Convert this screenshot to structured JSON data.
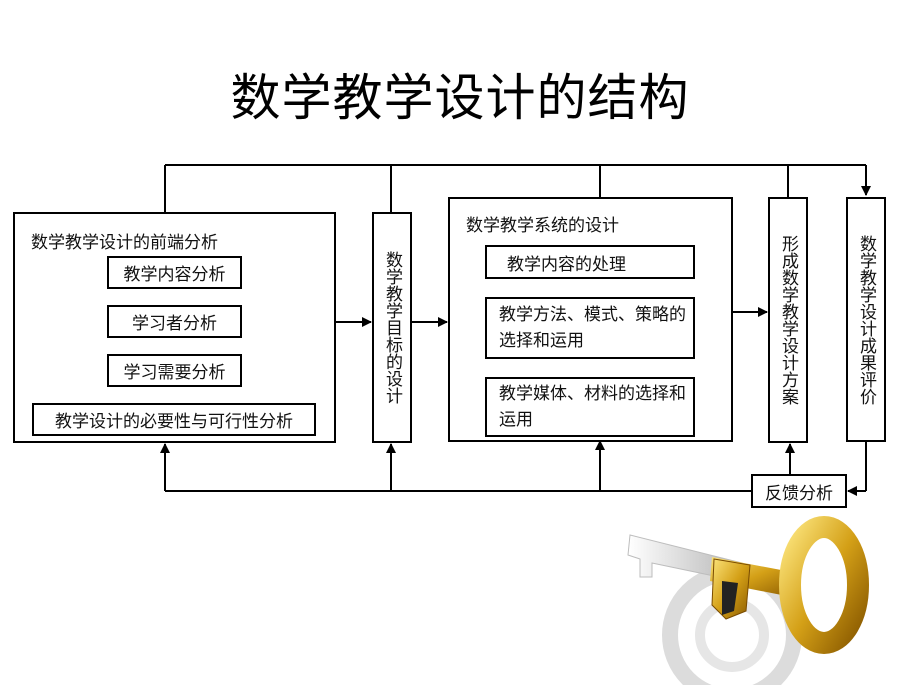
{
  "title": "数学教学设计的结构",
  "front_end": {
    "heading": "数学教学设计的前端分析",
    "items": [
      "教学内容分析",
      "学习者分析",
      "学习需要分析"
    ],
    "bottom": "教学设计的必要性与可行性分析"
  },
  "goal_design": "数学教学目标的设计",
  "system": {
    "heading": "数学教学系统的设计",
    "items": [
      "教学内容的处理",
      "教学方法、模式、策略的选择和运用",
      "教学媒体、材料的选择和运用"
    ]
  },
  "plan": "形成数学教学设计方案",
  "evaluation": "数学教学设计成果评价",
  "feedback": "反馈分析",
  "colors": {
    "stroke": "#000000",
    "key_gold": "#d4a017",
    "key_silver": "#c8c8c8",
    "watermark": "#d9d9d9"
  }
}
